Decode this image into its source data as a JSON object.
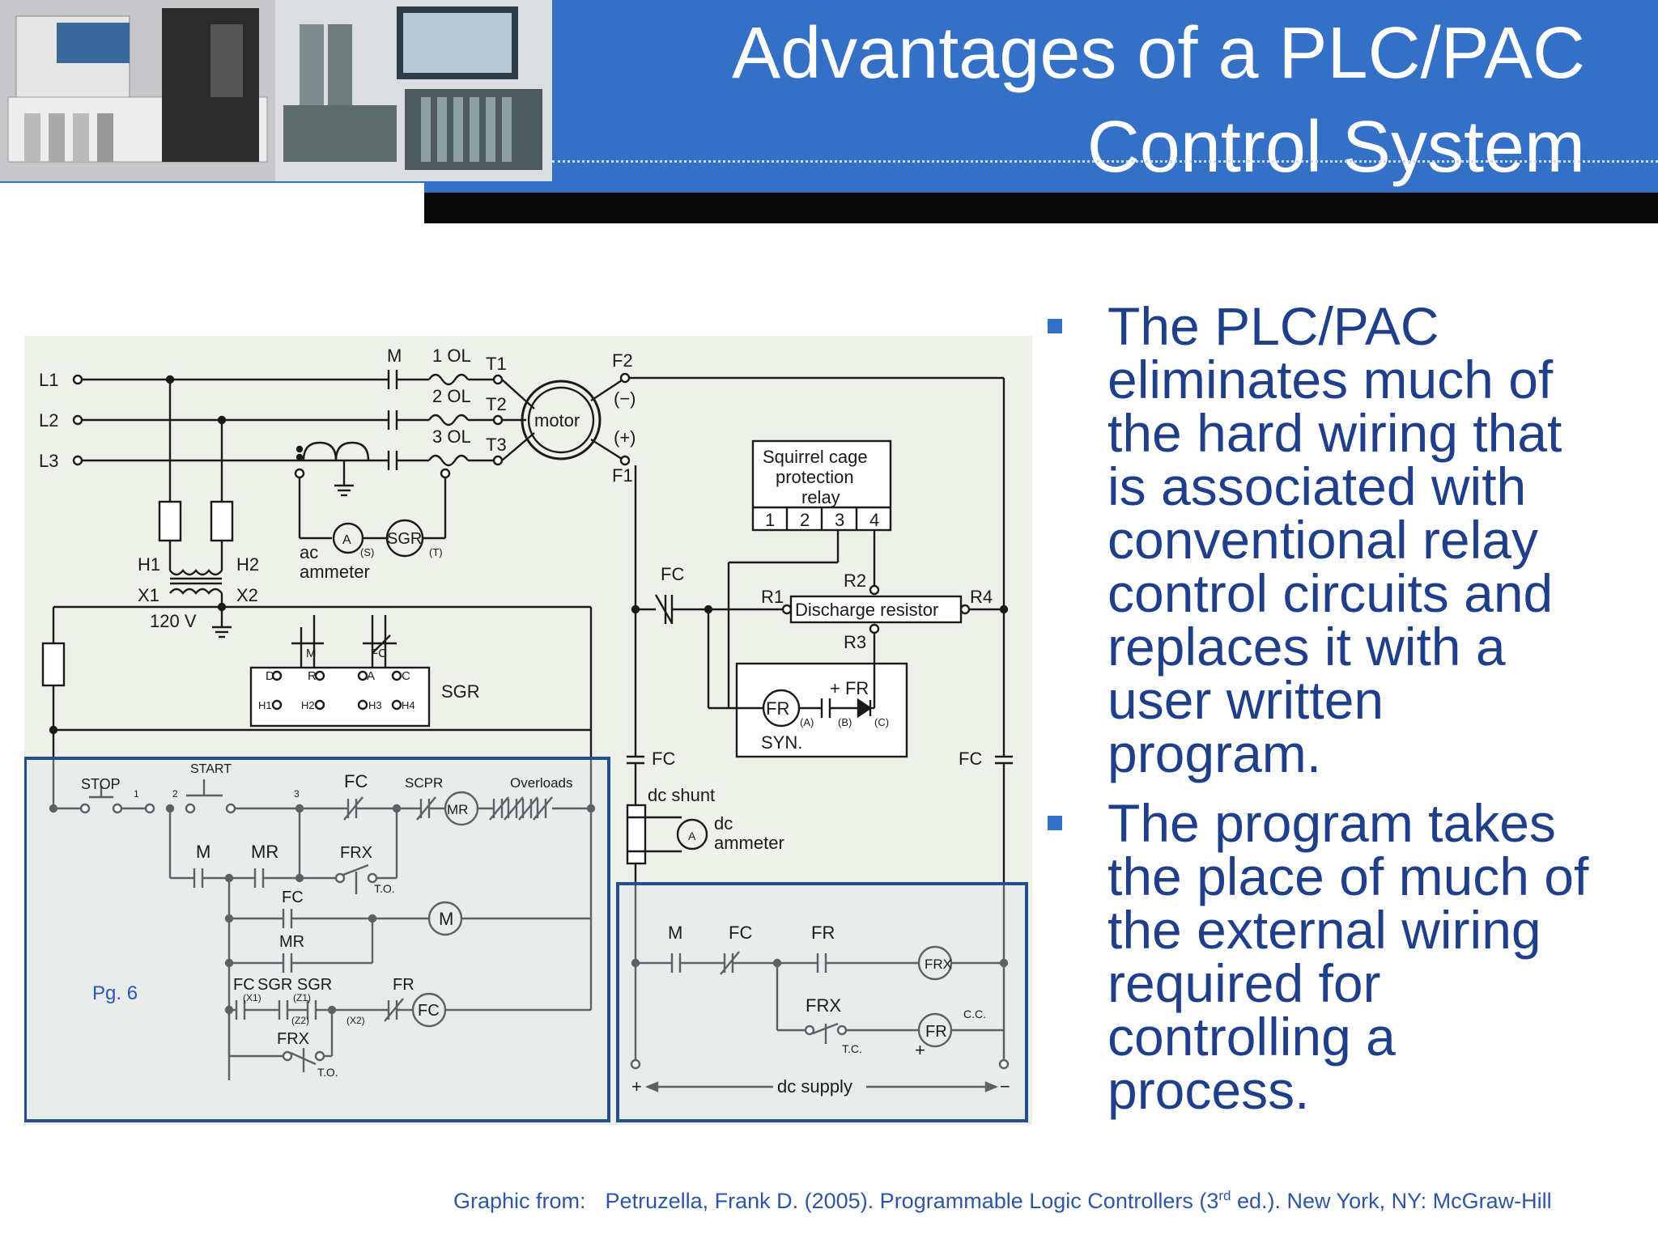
{
  "title": {
    "line1": "Advantages of a PLC/PAC",
    "line2": "Control System"
  },
  "bullets": [
    "The PLC/PAC eliminates much of the hard wiring that is associated with conventional relay control circuits and replaces it with a user written program.",
    "The program takes the place of much of the external wiring required for controlling a process."
  ],
  "caption": {
    "prefix": "Graphic from:",
    "text_before_sup": "Petruzella, Frank D. (2005). Programmable Logic Controllers (3",
    "sup": "rd",
    "text_after_sup": " ed.). New York, NY: McGraw-Hill"
  },
  "schematic": {
    "lines": [
      "L1",
      "L2",
      "L3"
    ],
    "main_contact": "M",
    "overloads": [
      "1 OL",
      "2 OL",
      "3 OL"
    ],
    "terminals": [
      "T1",
      "T2",
      "T3"
    ],
    "motor": "motor",
    "field_terminals": [
      "F2",
      "(−)",
      "(+)",
      "F1"
    ],
    "transformer": {
      "h1": "H1",
      "h2": "H2",
      "x1": "X1",
      "x2": "X2",
      "voltage": "120 V"
    },
    "ac_ammeter": "ac\nammeter",
    "ammeter_symbol": "A",
    "sgr": "SGR",
    "sgr_s": "(S)",
    "sgr_t": "(T)",
    "scpr_box": {
      "l1": "Squirrel cage",
      "l2": "protection",
      "l3": "relay",
      "cells": [
        "1",
        "2",
        "3",
        "4"
      ]
    },
    "discharge": {
      "label": "Discharge resistor",
      "r1": "R1",
      "r2": "R2",
      "r3": "R3",
      "r4": "R4"
    },
    "fc": "FC",
    "fr": "FR",
    "frx": "FRX",
    "mr": "MR",
    "syn": "SYN.",
    "fr_plus": "+ FR",
    "fr_a": "(A)",
    "fr_b": "(B)",
    "fr_c": "(C)",
    "sgr_panel": {
      "d": "D",
      "r": "R",
      "a": "A",
      "c": "C",
      "h1": "H1",
      "h2": "H2",
      "h3": "H3",
      "h4": "H4",
      "m": "M",
      "fc": "FC",
      "label": "SGR"
    },
    "dc_shunt": "dc shunt",
    "dc_ammeter": "dc\nammeter",
    "stop": "STOP",
    "start": "START",
    "nums": [
      "1",
      "2",
      "3"
    ],
    "scpr": "SCPR",
    "overloads_label": "Overloads",
    "to": "T.O.",
    "tc": "T.C.",
    "cc": "C.C.",
    "x1": "(X1)",
    "z1": "(Z1)",
    "z2": "(Z2)",
    "x2": "(X2)",
    "sgr_pair": "SGR SGR",
    "page_ref": "Pg. 6",
    "dc_supply": "dc supply",
    "plus": "+",
    "minus": "−"
  }
}
